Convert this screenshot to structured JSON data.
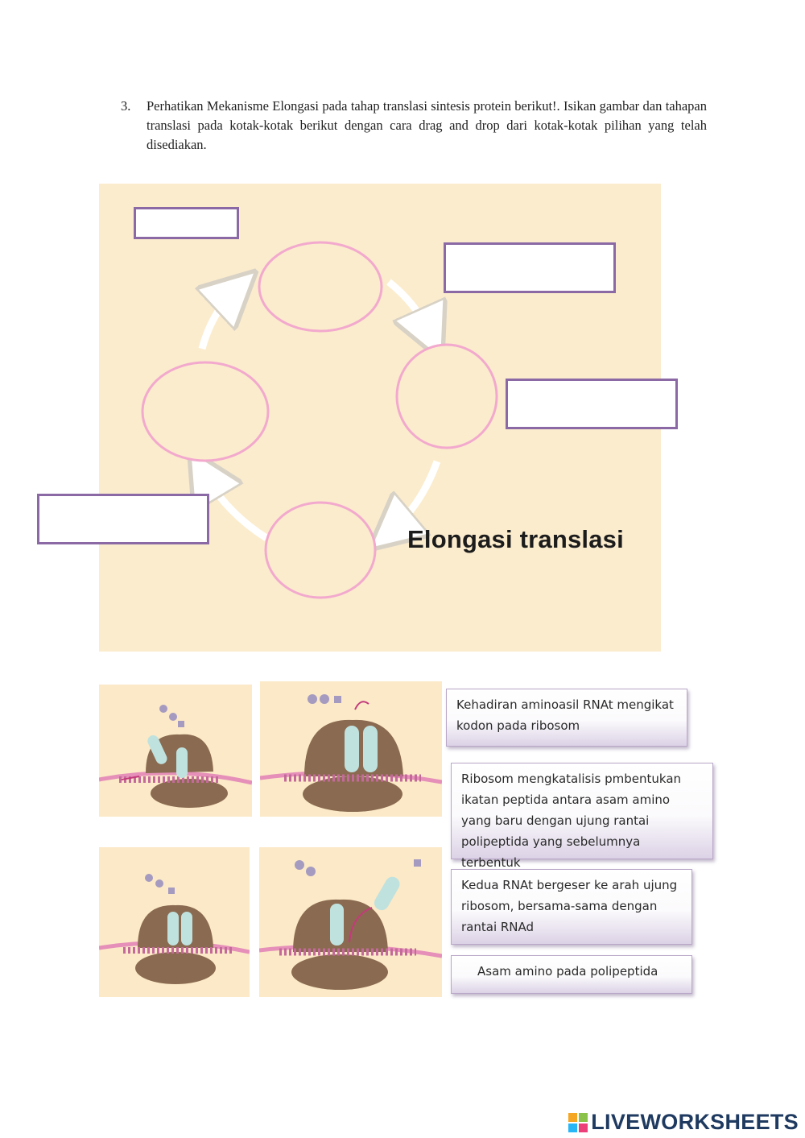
{
  "instruction": {
    "number": "3.",
    "text": "Perhatikan Mekanisme Elongasi pada tahap translasi sintesis protein berikut!. Isikan gambar dan  tahapan translasi pada kotak-kotak berikut dengan cara drag and drop dari kotak-kotak pilihan yang telah disediakan."
  },
  "diagram": {
    "title": "Elongasi translasi",
    "circle_color": "#f2a9cd",
    "arrow_color": "#ffffff",
    "panel_color": "#fbeccd"
  },
  "drop_boxes": [
    {
      "value": ""
    },
    {
      "value": ""
    },
    {
      "value": ""
    },
    {
      "value": ""
    }
  ],
  "picture_choices": [
    {
      "icon": "ribosome-release-trna-image"
    },
    {
      "icon": "ribosome-peptide-bond-image"
    },
    {
      "icon": "ribosome-two-trna-image"
    },
    {
      "icon": "ribosome-aminoacyl-trna-arrival-image"
    }
  ],
  "text_choices": [
    {
      "label": "Kehadiran aminoasil RNAt mengikat kodon pada ribosom"
    },
    {
      "label": "Ribosom mengkatalisis pmbentukan ikatan peptida antara asam amino yang baru dengan ujung rantai polipeptida yang sebelumnya terbentuk"
    },
    {
      "label": "Kedua RNAt bergeser ke arah ujung ribosom, bersama-sama dengan rantai RNAd"
    },
    {
      "label": "Asam amino pada polipeptida"
    }
  ],
  "brand": {
    "text": "LIVEWORKSHEETS",
    "color": "#1f3a60"
  }
}
